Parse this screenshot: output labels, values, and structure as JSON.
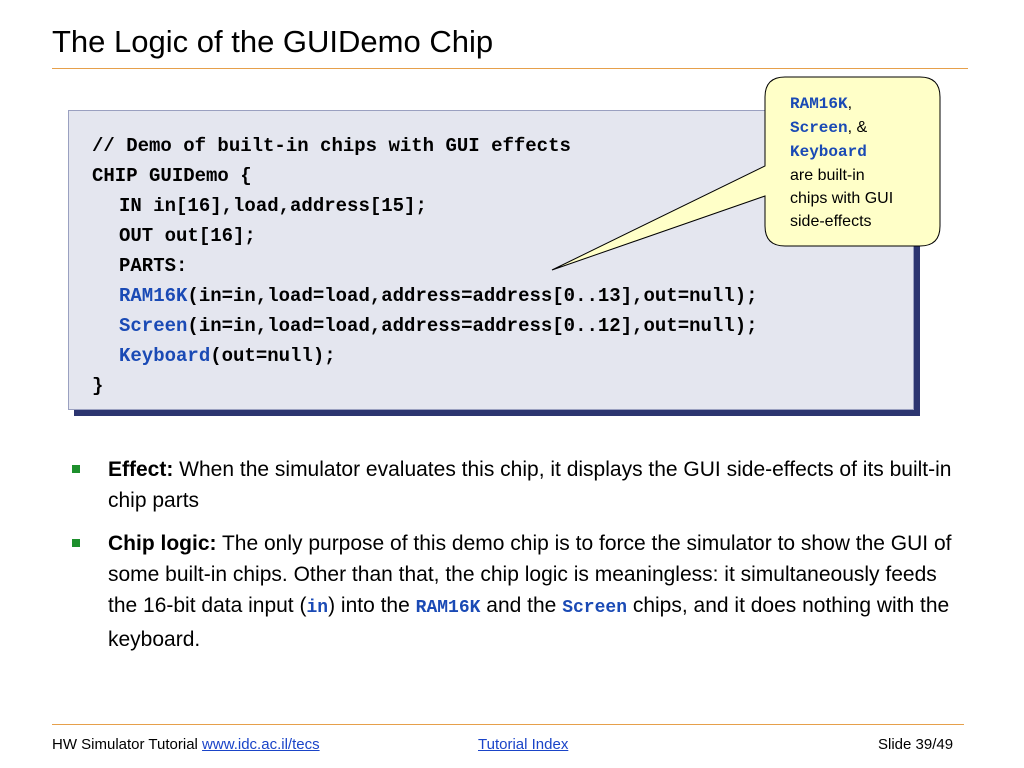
{
  "title": "The Logic of the GUIDemo Chip",
  "code": {
    "line1": "// Demo of built-in chips with GUI effects",
    "line2": "CHIP GUIDemo {",
    "line3": "IN in[16],load,address[15];",
    "line4": "OUT out[16];",
    "line5": "PARTS:",
    "line6_part": "RAM16K",
    "line6_rest": "(in=in,load=load,address=address[0..13],out=null);",
    "line7_part": "Screen",
    "line7_rest": "(in=in,load=load,address=address[0..12],out=null);",
    "line8_part": "Keyboard",
    "line8_rest": "(out=null);",
    "line9": "}"
  },
  "callout": {
    "chip1": "RAM16K",
    "sep1": ",",
    "chip2": "Screen",
    "sep2": ", &",
    "chip3": "Keyboard",
    "line4": "are built-in",
    "line5": "chips with GUI",
    "line6": "side-effects"
  },
  "bullets": {
    "effect_label": "Effect:",
    "effect_text": " When the simulator evaluates this chip, it displays the GUI side-effects of its built-in chip parts",
    "logic_label": "Chip logic:",
    "logic_text1": " The only purpose of this demo chip is to force the simulator to show the GUI of some built-in chips. Other than that, the chip logic is meaningless: it simultaneously feeds the 16-bit data input (",
    "logic_code1": "in",
    "logic_text2": ") into the ",
    "logic_code2": "RAM16K",
    "logic_text3": " and the ",
    "logic_code3": "Screen",
    "logic_text4": " chips, and it does nothing with the keyboard."
  },
  "footer": {
    "course": "HW Simulator Tutorial",
    "link": "www.idc.ac.il/tecs",
    "index": "Tutorial Index",
    "slide": "Slide 39/49"
  },
  "colors": {
    "accent_rule": "#e6a04b",
    "code_keyword": "#1a4ab5",
    "bullet_marker": "#1d8f2c",
    "callout_fill": "#ffffc8",
    "code_shadow": "#2c3570"
  }
}
